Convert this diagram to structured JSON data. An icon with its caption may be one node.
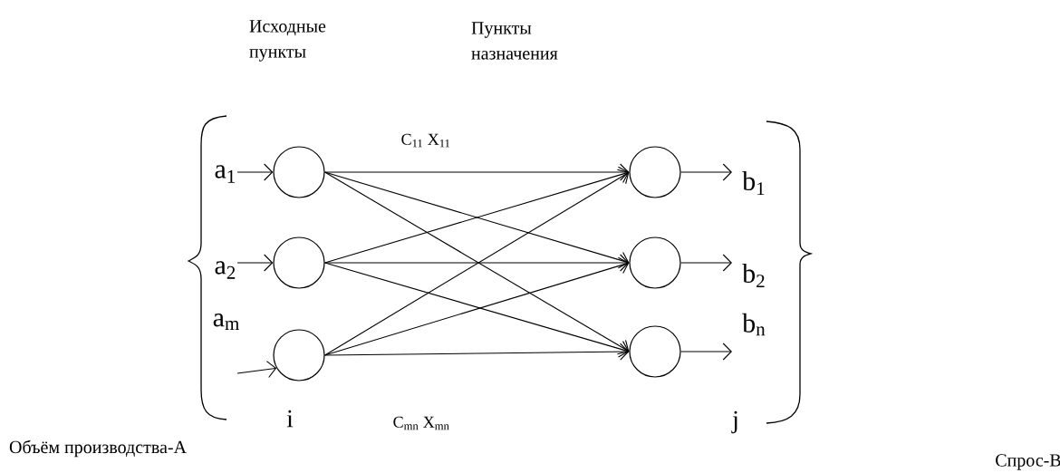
{
  "diagram": {
    "nodes": [
      {
        "text": [],
        "shape": "circle"
      },
      {
        "text": [],
        "shape": "circle"
      },
      {
        "text": [],
        "shape": "circle"
      },
      {
        "text": [],
        "shape": "circle"
      },
      {
        "text": [],
        "shape": "circle"
      },
      {
        "text": [],
        "shape": "circle"
      }
    ],
    "edges": [
      {
        "from": null,
        "to": 0,
        "arrow": "to",
        "label": "a$_{1}$"
      },
      {
        "from": null,
        "to": 1,
        "arrow": "to",
        "label": "a$_{2}$"
      },
      {
        "from": null,
        "to": 2,
        "arrow": "to",
        "label": "a$_{m}$"
      },
      {
        "from": 0,
        "to": 3,
        "arrow": "to"
      },
      {
        "from": 0,
        "to": 4,
        "arrow": "to"
      },
      {
        "from": 0,
        "to": 5,
        "arrow": "to"
      },
      {
        "from": 1,
        "to": 3,
        "arrow": "to"
      },
      {
        "from": 1,
        "to": 4,
        "arrow": "to"
      },
      {
        "from": 1,
        "to": 5,
        "arrow": "to"
      },
      {
        "from": 2,
        "to": 3,
        "arrow": "to"
      },
      {
        "from": 2,
        "to": 4,
        "arrow": "to"
      },
      {
        "from": 2,
        "to": 5,
        "arrow": "to"
      },
      {
        "from": 3,
        "to": null,
        "arrow": "to",
        "label": "b$_{1}$"
      },
      {
        "from": 4,
        "to": null,
        "arrow": "to",
        "label": "b$_{2}$"
      },
      {
        "from": 5,
        "to": null,
        "arrow": "to",
        "label": "b$_{n}$"
      }
    ],
    "labels": [
      "Исходные пункты",
      "Пункты назначения",
      "C$_{11}$ X$_{11}$",
      "i",
      "C$_{mn}$ X$_{mn}$",
      "j",
      "Объём производства-А",
      "Спрос-В"
    ]
  }
}
